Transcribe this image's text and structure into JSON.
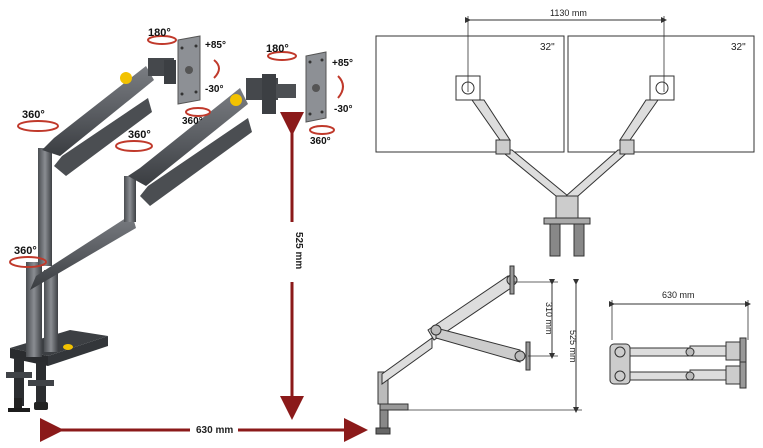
{
  "rotation_labels": {
    "top_left_tilt_180": "180°",
    "top_left_up": "+85°",
    "top_left_down": "-30°",
    "top_left_swivel": "360°",
    "top_right_tilt_180": "180°",
    "top_right_up": "+85°",
    "top_right_down": "-30°",
    "top_right_swivel": "360°",
    "upper_joint_360": "360°",
    "mid_joint_360": "360°",
    "base_joint_360": "360°"
  },
  "dimensions": {
    "height_main": "525 mm",
    "width_main": "630 mm",
    "span_top": "1130 mm",
    "monitor_left_size": "32\"",
    "monitor_right_size": "32\"",
    "side_height_inner": "310 mm",
    "side_height_outer": "525 mm",
    "top_view_width": "630 mm"
  },
  "colors": {
    "arm": "#5b5e63",
    "arm_dark": "#3d4044",
    "accent": "#f2c200",
    "dimension": "#8b1a1a",
    "line": "#333333"
  }
}
